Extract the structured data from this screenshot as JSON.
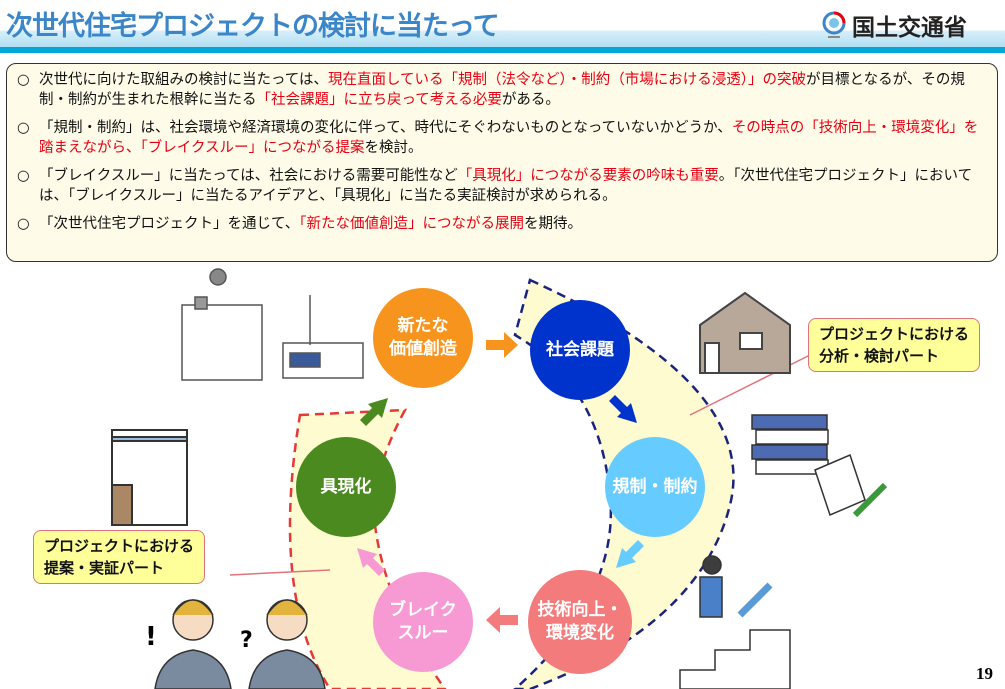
{
  "header": {
    "title": "次世代住宅プロジェクトの検討に当たって",
    "org": "国土交通省"
  },
  "bullets": [
    {
      "marker": "○",
      "segments": [
        {
          "text": "次世代に向けた取組みの検討に当たっては、",
          "red": false
        },
        {
          "text": "現在直面している「規制（法令など）・制約（市場における浸透）」の突破",
          "red": true
        },
        {
          "text": "が目標となるが、その規制・制約が生まれた根幹に当たる",
          "red": false
        },
        {
          "text": "「社会課題」に立ち戻って考える必要",
          "red": true
        },
        {
          "text": "がある。",
          "red": false
        }
      ]
    },
    {
      "marker": "○",
      "segments": [
        {
          "text": "「規制・制約」は、社会環境や経済環境の変化に伴って、時代にそぐわないものとなっていないかどうか、",
          "red": false
        },
        {
          "text": "その時点の「技術向上・環境変化」を踏まえながら、「ブレイクスルー」につながる提案",
          "red": true
        },
        {
          "text": "を検討。",
          "red": false
        }
      ]
    },
    {
      "marker": "○",
      "segments": [
        {
          "text": "「ブレイクスルー」に当たっては、社会における需要可能性など",
          "red": false
        },
        {
          "text": "「具現化」につながる要素の吟味も重要",
          "red": true
        },
        {
          "text": "。「次世代住宅プロジェクト」においては、「ブレイクスルー」に当たるアイデアと、「具現化」に当たる実証検討が求められる。",
          "red": false
        }
      ]
    },
    {
      "marker": "○",
      "segments": [
        {
          "text": "「次世代住宅プロジェクト」を通じて、",
          "red": false
        },
        {
          "text": "「新たな価値創造」につながる展開",
          "red": true
        },
        {
          "text": "を期待。",
          "red": false
        }
      ]
    }
  ],
  "cycle": {
    "value_creation": {
      "line1": "新たな",
      "line2": "価値創造",
      "color": "#f7941d"
    },
    "social_issues": {
      "line1": "社会課題",
      "color": "#0033cc"
    },
    "regulation": {
      "line1": "規制・制約",
      "color": "#66ccff"
    },
    "tech": {
      "line1": "技術向上・",
      "line2": "環境変化",
      "color": "#f47b7b"
    },
    "breakthrough": {
      "line1": "ブレイク",
      "line2": "スルー",
      "color": "#f79ad3"
    },
    "realization": {
      "line1": "具現化",
      "color": "#4b8a1e"
    }
  },
  "callouts": {
    "analysis": {
      "line1": "プロジェクトにおける",
      "line2": "分析・検討パート"
    },
    "proposal": {
      "line1": "プロジェクトにおける",
      "line2": "提案・実証パート"
    }
  },
  "page_number": "19"
}
